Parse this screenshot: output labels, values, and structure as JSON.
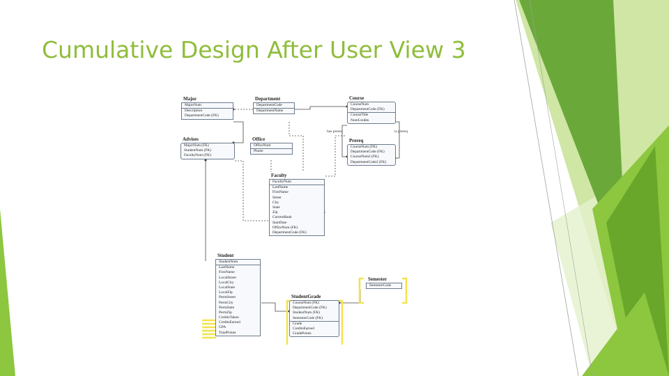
{
  "slide": {
    "title": "Cumulative Design After User View 3"
  },
  "colors": {
    "title": "#8fbd3b",
    "accent_green": "#8dc63f",
    "light_green": "#cfe6a4",
    "dark_green": "#4e8a1e"
  },
  "entities": {
    "major": {
      "name": "Major",
      "pk": [
        "MajorNum"
      ],
      "attrs": [
        "Description",
        "DepartmentCode (FK)"
      ]
    },
    "department": {
      "name": "Department",
      "pk": [
        "DepartmentCode"
      ],
      "attrs": [
        "DepartmentName"
      ]
    },
    "course": {
      "name": "Course",
      "pk": [
        "CourseNum",
        "DepartmentCode (FK)"
      ],
      "attrs": [
        "CourseTitle",
        "NumCredits"
      ]
    },
    "prereq": {
      "name": "Prereq",
      "pk": [
        "CourseNum (FK)",
        "DepartmentCode (FK)",
        "CourseNum2 (FK)",
        "DepartmentCode2 (FK)"
      ],
      "attrs": []
    },
    "advises": {
      "name": "Advises",
      "pk": [
        "MajorNum (FK)",
        "StudentNum (FK)",
        "FacultyNum (FK)"
      ],
      "attrs": []
    },
    "office": {
      "name": "Office",
      "pk": [
        "OfficeNum"
      ],
      "attrs": [
        "Phone"
      ]
    },
    "faculty": {
      "name": "Faculty",
      "pk": [
        "FacultyNum"
      ],
      "attrs": [
        "LastName",
        "FirstName",
        "Street",
        "City",
        "State",
        "Zip",
        "CurrentRank",
        "StartDate",
        "OfficeNum (FK)",
        "DepartmentCode (FK)"
      ]
    },
    "student": {
      "name": "Student",
      "pk": [
        "StudentNum"
      ],
      "attrs": [
        "LastName",
        "FirstName",
        "LocalStreet",
        "LocalCity",
        "LocalState",
        "LocalZip",
        "PermStreet",
        "PermCity",
        "PermState",
        "PermZip",
        "CreditsTaken",
        "CreditsEarned",
        "GPA",
        "TotalPoints"
      ]
    },
    "semester": {
      "name": "Semester",
      "pk": [
        "SemesterCode"
      ],
      "attrs": []
    },
    "student_grade": {
      "name": "StudentGrade",
      "pk": [
        "CourseNum (FK)",
        "DepartmentCode (FK)",
        "StudentNum (FK)",
        "SemesterCode (FK)"
      ],
      "attrs": [
        "Grade",
        "CreditsEarned",
        "GradePoints"
      ]
    }
  },
  "relationship_labels": {
    "left": "has prereq",
    "right": "is prereq"
  }
}
